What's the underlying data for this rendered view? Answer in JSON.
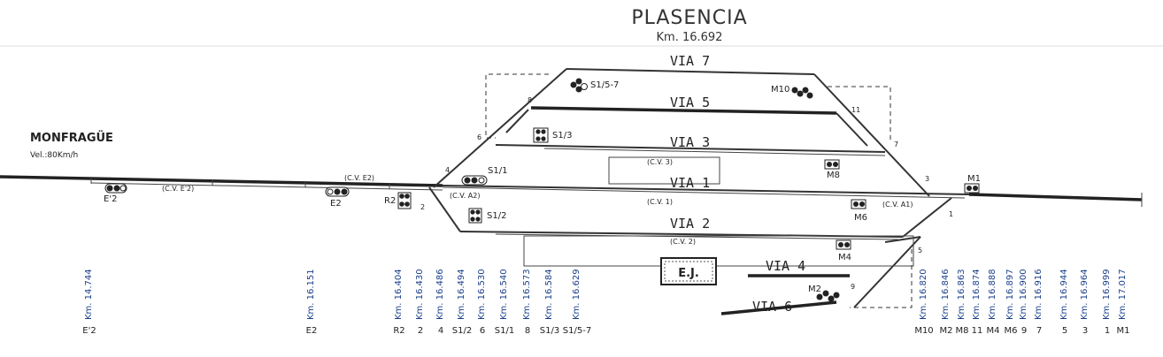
{
  "header": {
    "station": "PLASENCIA",
    "km": "Km. 16.692"
  },
  "left": {
    "name": "MONFRAGÜE",
    "speed": "Vel.:80Km/h"
  },
  "tracks": {
    "via7": "VIA 7",
    "via5": "VIA 5",
    "via3": "VIA 3",
    "via1": "VIA 1",
    "via2": "VIA 2",
    "via4": "VIA 4",
    "via6": "VIA 6"
  },
  "circuits": {
    "cve2p": "(C.V. E'2)",
    "cve2": "(C.V. E2)",
    "cva2": "(C.V. A2)",
    "cv3": "(C.V. 3)",
    "cv1": "(C.V. 1)",
    "cva1": "(C.V. A1)",
    "cv2": "(C.V. 2)"
  },
  "signals": {
    "s157": "S1/5-7",
    "m10": "M10",
    "s13": "S1/3",
    "s11": "S1/1",
    "s12": "S1/2",
    "m8": "M8",
    "m6": "M6",
    "m4": "M4",
    "m2": "M2",
    "m1": "M1",
    "e2p": "E'2",
    "e2": "E2",
    "r2": "R2"
  },
  "switches": {
    "n8": "8",
    "n6": "6",
    "n4": "4",
    "n2": "2",
    "n11": "11",
    "n7": "7",
    "n3": "3",
    "n1": "1",
    "n5": "5",
    "n9": "9"
  },
  "building": "E.J.",
  "km_points": [
    {
      "km": "Km. 14.744",
      "ref": "E'2"
    },
    {
      "km": "Km. 16.151",
      "ref": "E2"
    },
    {
      "km": "Km. 16.404",
      "ref": "R2"
    },
    {
      "km": "Km. 16.430",
      "ref": "2"
    },
    {
      "km": "Km. 16.486",
      "ref": "4"
    },
    {
      "km": "Km. 16.494",
      "ref": "S1/2"
    },
    {
      "km": "Km. 16.530",
      "ref": "6"
    },
    {
      "km": "Km. 16.540",
      "ref": "S1/1"
    },
    {
      "km": "Km. 16.573",
      "ref": "8"
    },
    {
      "km": "Km. 16.584",
      "ref": "S1/3"
    },
    {
      "km": "Km. 16.629",
      "ref": "S1/5-7"
    },
    {
      "km": "Km. 16.820",
      "ref": "M10"
    },
    {
      "km": "Km. 16.846",
      "ref": "M2"
    },
    {
      "km": "Km. 16.863",
      "ref": "M8"
    },
    {
      "km": "Km. 16.874",
      "ref": "11"
    },
    {
      "km": "Km. 16.888",
      "ref": "M4"
    },
    {
      "km": "Km. 16.897",
      "ref": "M6"
    },
    {
      "km": "Km. 16.900",
      "ref": "9"
    },
    {
      "km": "Km. 16.916",
      "ref": "7"
    },
    {
      "km": "Km. 16.944",
      "ref": "5"
    },
    {
      "km": "Km. 16.964",
      "ref": "3"
    },
    {
      "km": "Km. 16.999",
      "ref": "1"
    },
    {
      "km": "Km. 17.017",
      "ref": "M1"
    }
  ]
}
